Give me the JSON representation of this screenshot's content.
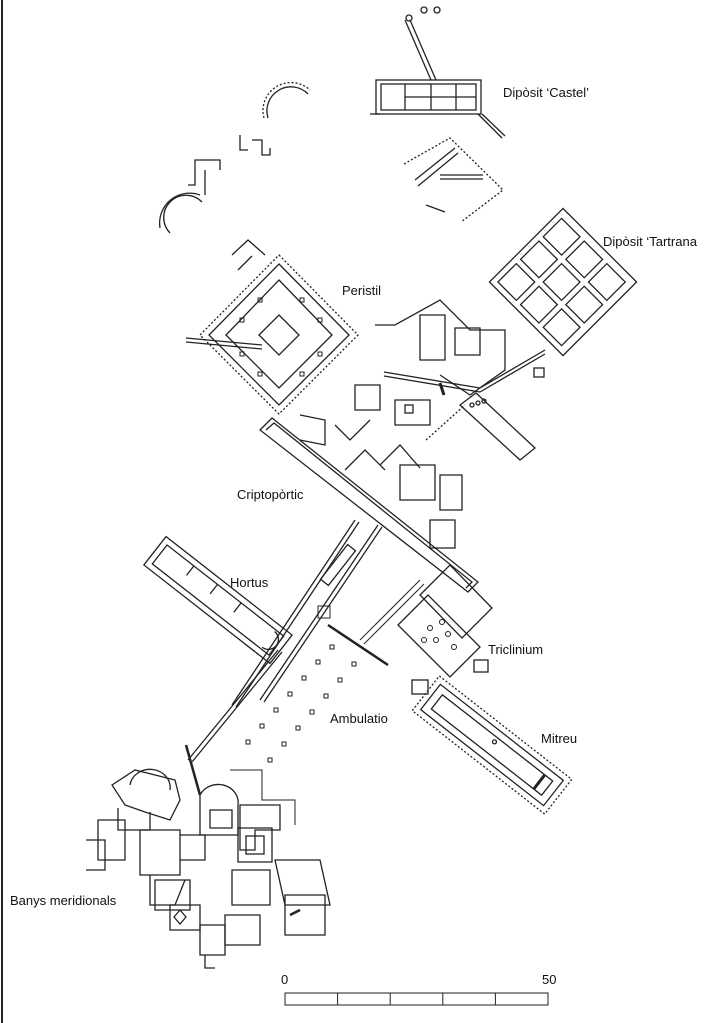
{
  "map": {
    "labels": {
      "diposit_castel": "Dipòsit ‘Castel’",
      "diposit_tartrana": "Dipòsit ‘Tartrana",
      "peristil": "Peristil",
      "criptoportic": "Criptopòrtic",
      "hortus": "Hortus",
      "triclinium": "Triclinium",
      "ambulatio": "Ambulatio",
      "mitreu": "Mitreu",
      "banys_meridionals": "Banys meridionals"
    },
    "scale_bar": {
      "start": "0",
      "end": "50",
      "segments": 5
    },
    "colors": {
      "ink": "#222222",
      "background": "#ffffff"
    }
  }
}
